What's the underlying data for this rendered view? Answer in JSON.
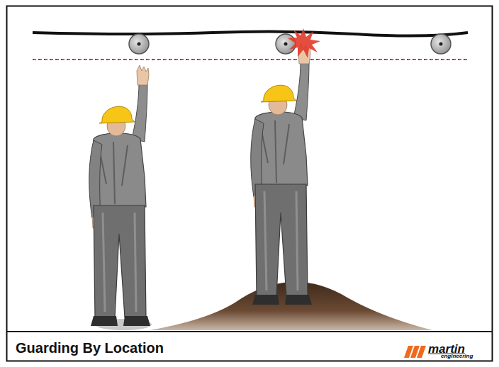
{
  "diagram": {
    "caption": "Guarding By Location",
    "labels": [
      "martin",
      "engineering"
    ]
  }
}
